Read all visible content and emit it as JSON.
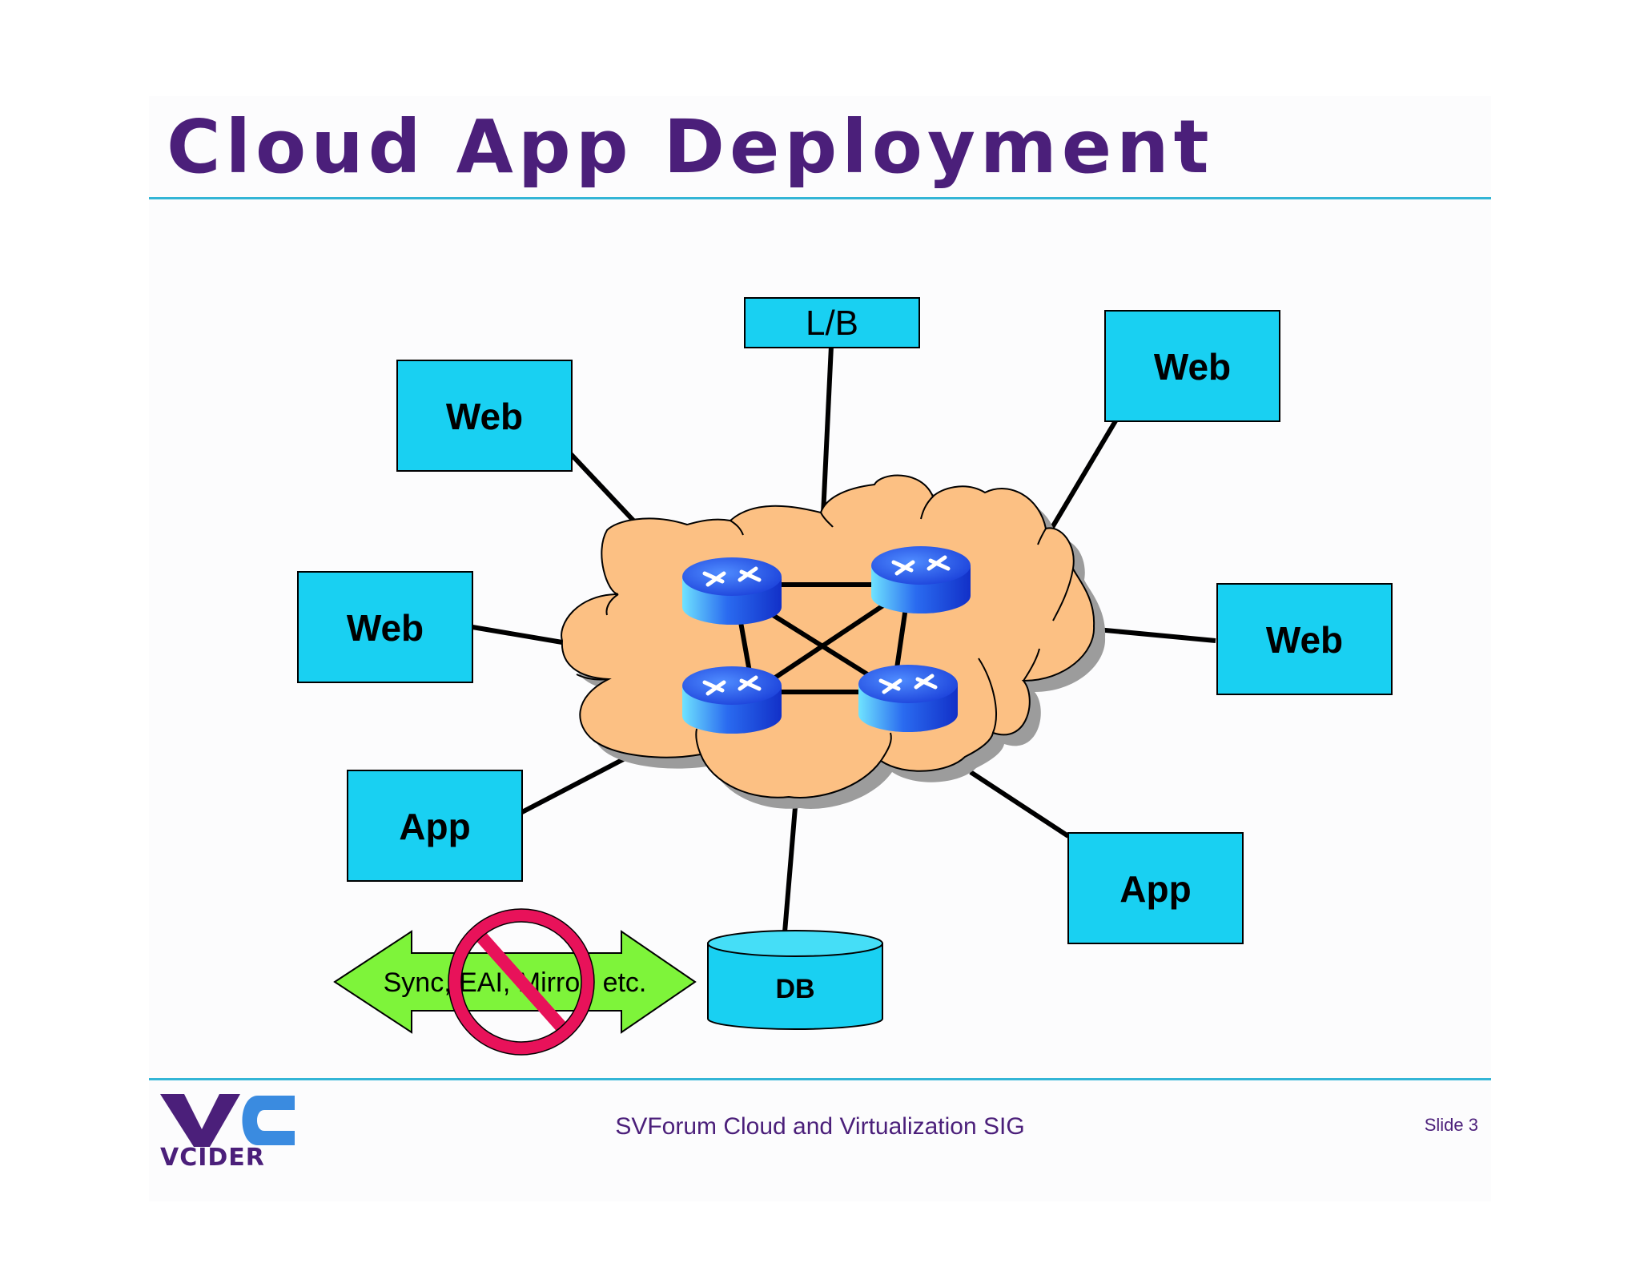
{
  "slide": {
    "title": "Cloud App Deployment",
    "footer": "SVForum Cloud and Virtualization SIG",
    "slide_number": "Slide 3",
    "logo_text": "VCIDER"
  },
  "nodes": {
    "lb": "L/B",
    "web_top_left": "Web",
    "web_top_right": "Web",
    "web_mid_left": "Web",
    "web_mid_right": "Web",
    "app_left": "App",
    "app_right": "App",
    "db": "DB"
  },
  "sync_arrow": {
    "label": "Sync, EAI, Mirror, etc."
  },
  "colors": {
    "title": "#4b1f7a",
    "rule": "#33b5d6",
    "box_fill": "#19d0f2",
    "cloud_fill": "#fcc083",
    "arrow_fill": "#7ef43a",
    "prohibit": "#e8125a",
    "router": "#1a48e6"
  }
}
